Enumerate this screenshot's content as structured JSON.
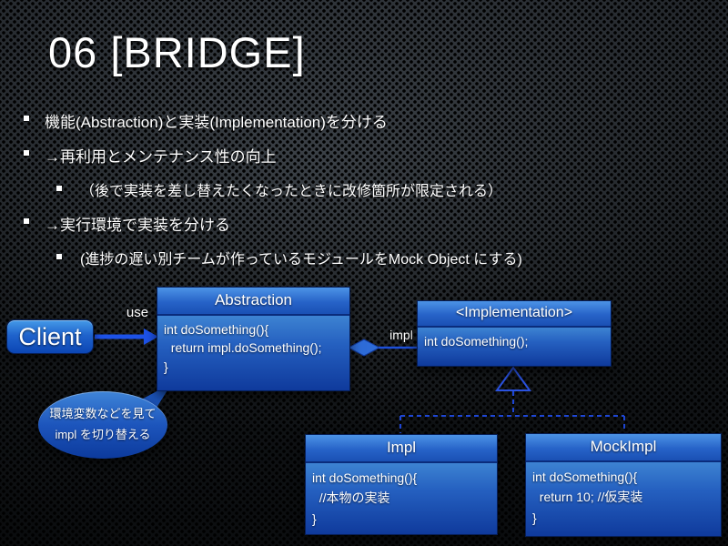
{
  "slide": {
    "title": "06 [BRIDGE]",
    "bullets": [
      {
        "level": 1,
        "text": "機能(Abstraction)と実装(Implementation)を分ける"
      },
      {
        "level": 1,
        "text": "→再利用とメンテナンス性の向上"
      },
      {
        "level": 2,
        "text": "（後で実装を差し替えたくなったときに改修箇所が限定される）"
      },
      {
        "level": 1,
        "text": "→実行環境で実装を分ける"
      },
      {
        "level": 2,
        "text": "(進捗の遅い別チームが作っているモジュールをMock Object にする)"
      }
    ]
  },
  "diagram": {
    "client": {
      "label": "Client"
    },
    "edges": {
      "use_label": "use",
      "impl_label": "impl"
    },
    "classes": {
      "abstraction": {
        "title": "Abstraction",
        "code": [
          "int doSomething(){",
          "  return impl.doSomething();",
          "}"
        ]
      },
      "implementation": {
        "title": "<Implementation>",
        "code": [
          "int doSomething();"
        ]
      },
      "impl": {
        "title": "Impl",
        "code": [
          "int doSomething(){",
          "  //本物の実装",
          "}"
        ]
      },
      "mockimpl": {
        "title": "MockImpl",
        "code": [
          "int doSomething(){",
          "  return 10; //仮実装",
          "}"
        ]
      }
    },
    "note": {
      "line1": "環境変数などを見て",
      "line2": "impl を切り替える"
    }
  },
  "colors": {
    "box_header_blue": "#2763c8",
    "box_body_blue": "#1a4fb0",
    "arrow_blue": "#1d52e8",
    "dashed_blue": "#1e46d4",
    "text": "#ffffff",
    "background": "#14171a"
  }
}
